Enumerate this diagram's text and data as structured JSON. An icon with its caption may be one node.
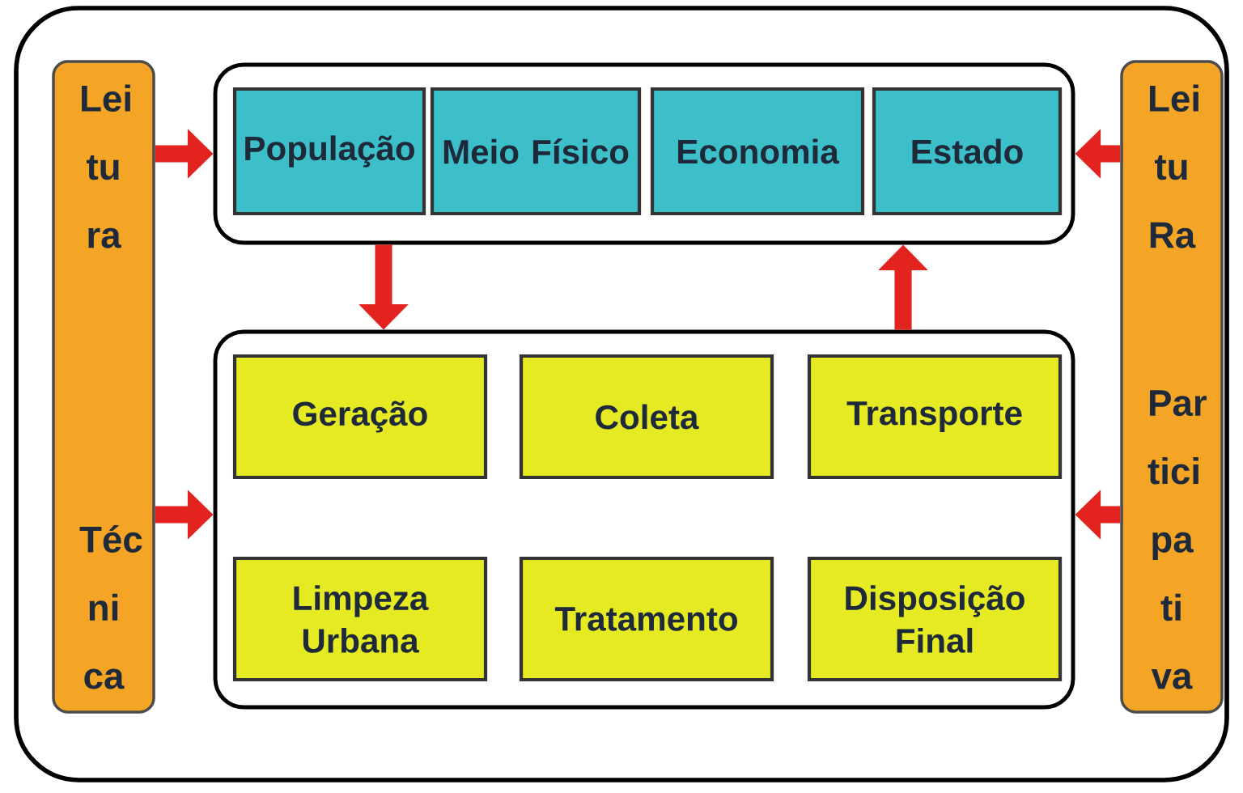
{
  "diagram": {
    "nodes": [
      {
        "text": [],
        "shape": "box"
      },
      {
        "text": [
          "Lei tu ra",
          "Téc ni ca"
        ],
        "in": 0
      },
      {
        "text": [],
        "shape": "box",
        "in": 0
      },
      {
        "text": [
          "População"
        ],
        "in": 2
      },
      {
        "text": [
          "Meio Físico"
        ],
        "in": 2
      },
      {
        "text": [
          "Economia"
        ],
        "in": 2
      },
      {
        "text": [
          "Estado"
        ],
        "in": 2
      },
      {
        "text": [],
        "shape": "box",
        "in": 0
      },
      {
        "text": [
          "Geração"
        ],
        "in": 7
      },
      {
        "text": [
          "Coleta"
        ],
        "in": 7
      },
      {
        "text": [
          "Transporte"
        ],
        "in": 7
      },
      {
        "text": [
          "Limpeza Urbana"
        ],
        "in": 7
      },
      {
        "text": [
          "Tratamento"
        ],
        "in": 7
      },
      {
        "text": [
          "Disposição Final"
        ],
        "in": 7
      },
      {
        "text": [
          "Lei tu Ra",
          "Par tici pa ti va"
        ],
        "in": 0
      }
    ],
    "edges": [
      {
        "from": 1,
        "to": 2,
        "arrow": "to"
      },
      {
        "from": 1,
        "to": 7,
        "arrow": "to"
      },
      {
        "from": 14,
        "to": 2,
        "arrow": "to"
      },
      {
        "from": 14,
        "to": 7,
        "arrow": "to"
      },
      {
        "from": 2,
        "to": 7,
        "arrow": "to"
      },
      {
        "from": 7,
        "to": 2,
        "arrow": "to"
      }
    ]
  }
}
